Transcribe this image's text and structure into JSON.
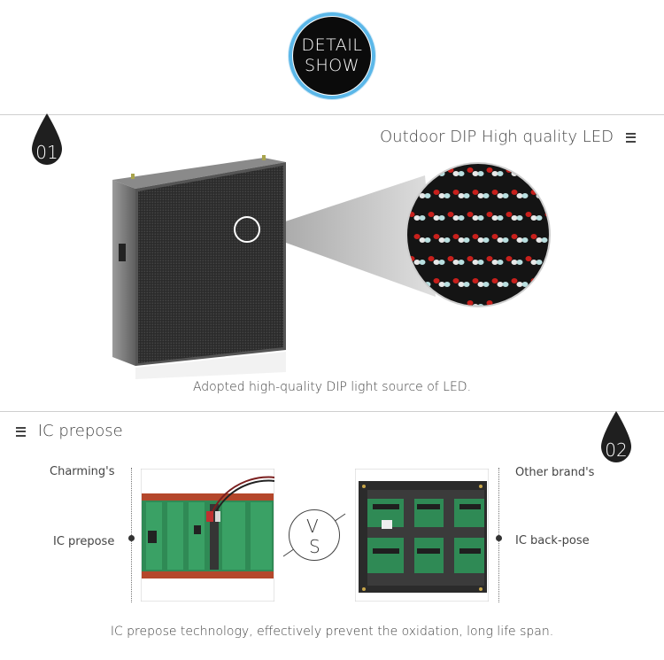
{
  "header": {
    "badge_line1": "DETAIL",
    "badge_line2": "SHOW"
  },
  "section1": {
    "number": "01",
    "title": "Outdoor DIP High quality LED",
    "caption": "Adopted high-quality DIP light source of LED."
  },
  "section2": {
    "number": "02",
    "title": "IC prepose",
    "left_brand": "Charming's",
    "left_feature": "IC prepose",
    "right_brand": "Other brand's",
    "right_feature": "IC back-pose",
    "vs_top": "V",
    "vs_bottom": "S",
    "caption": "IC prepose technology, effectively prevent the oxidation, long life span."
  },
  "colors": {
    "badge_ring": "#5bb7e8",
    "badge_fill": "#0b0b0b",
    "drop_fill": "#1f1f1f",
    "led_red": "#c8201c"
  }
}
